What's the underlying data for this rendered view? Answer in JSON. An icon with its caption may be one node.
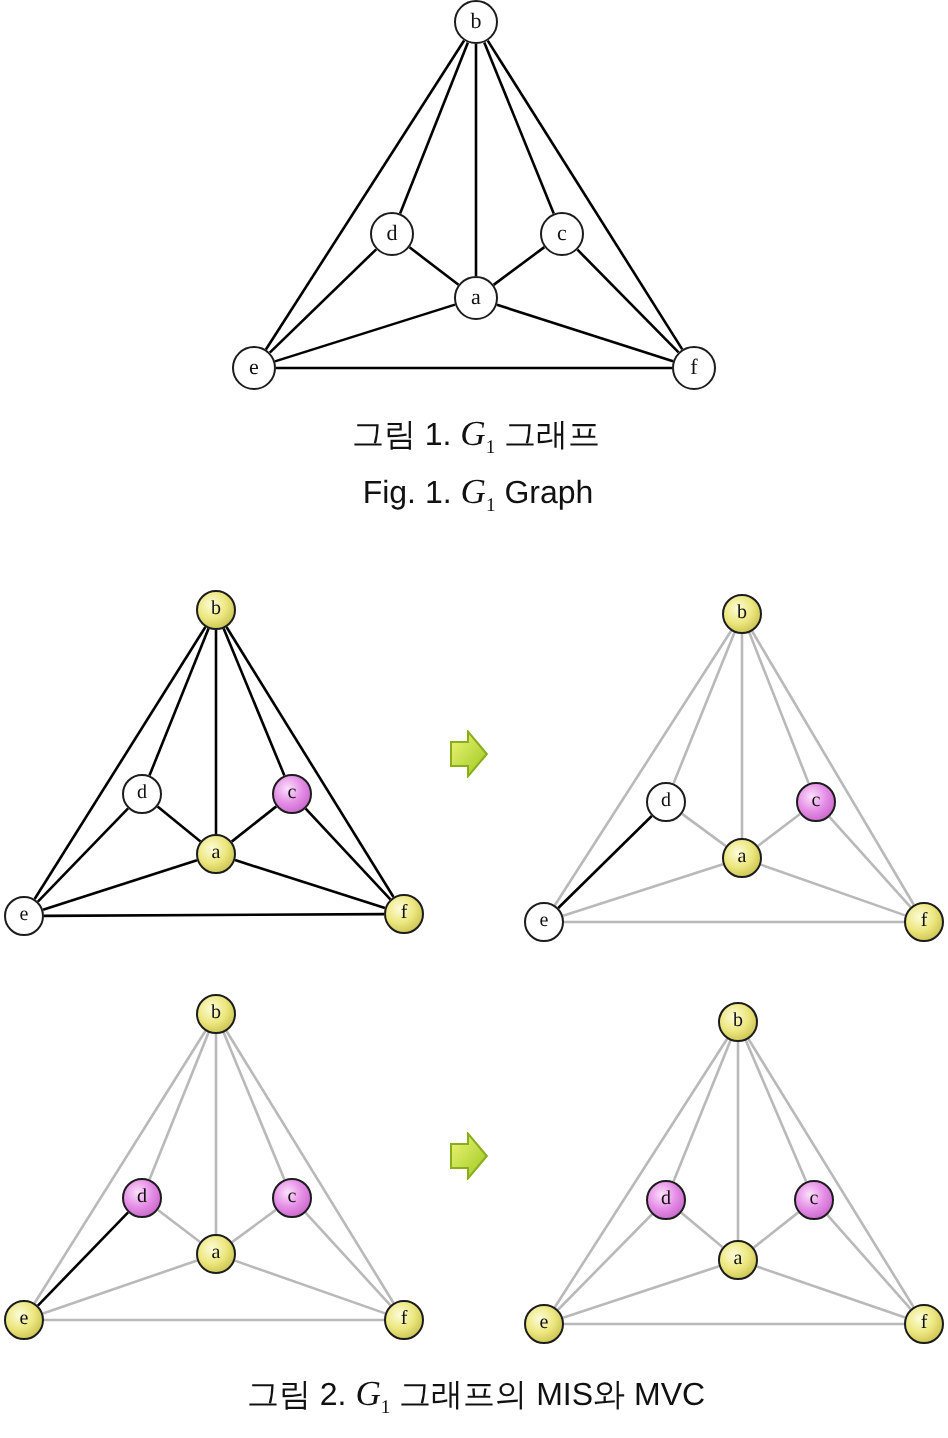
{
  "diagram": {
    "nodes": [
      {
        "text": [
          "b"
        ]
      },
      {
        "text": [
          "d"
        ]
      },
      {
        "text": [
          "c"
        ]
      },
      {
        "text": [
          "a"
        ]
      },
      {
        "text": [
          "e"
        ]
      },
      {
        "text": [
          "f"
        ]
      },
      {
        "text": [
          "b"
        ]
      },
      {
        "text": [
          "d"
        ]
      },
      {
        "text": [
          "c"
        ]
      },
      {
        "text": [
          "a"
        ]
      },
      {
        "text": [
          "e"
        ]
      },
      {
        "text": [
          "f"
        ]
      },
      {
        "text": [
          "b"
        ]
      },
      {
        "text": [
          "d"
        ]
      },
      {
        "text": [
          "c"
        ]
      },
      {
        "text": [
          "a"
        ]
      },
      {
        "text": [
          "e"
        ]
      },
      {
        "text": [
          "f"
        ]
      },
      {
        "text": [
          "b"
        ]
      },
      {
        "text": [
          "d"
        ]
      },
      {
        "text": [
          "c"
        ]
      },
      {
        "text": [
          "a"
        ]
      },
      {
        "text": [
          "e"
        ]
      },
      {
        "text": [
          "f"
        ]
      },
      {
        "text": [
          "b"
        ]
      },
      {
        "text": [
          "d"
        ]
      },
      {
        "text": [
          "c"
        ]
      },
      {
        "text": [
          "a"
        ]
      },
      {
        "text": [
          "e"
        ]
      },
      {
        "text": [
          "f"
        ]
      }
    ],
    "edges": [
      {
        "from": 0,
        "to": 4,
        "arrow": "none",
        "color": "#000000"
      },
      {
        "from": 0,
        "to": 1,
        "arrow": "none",
        "color": "#000000"
      },
      {
        "from": 0,
        "to": 3,
        "arrow": "none",
        "color": "#000000"
      },
      {
        "from": 0,
        "to": 2,
        "arrow": "none",
        "color": "#000000"
      },
      {
        "from": 0,
        "to": 5,
        "arrow": "none",
        "color": "#000000"
      },
      {
        "from": 1,
        "to": 3,
        "arrow": "none",
        "color": "#000000"
      },
      {
        "from": 2,
        "to": 3,
        "arrow": "none",
        "color": "#000000"
      },
      {
        "from": 1,
        "to": 4,
        "arrow": "none",
        "color": "#000000"
      },
      {
        "from": 2,
        "to": 5,
        "arrow": "none",
        "color": "#000000"
      },
      {
        "from": 3,
        "to": 4,
        "arrow": "none",
        "color": "#000000"
      },
      {
        "from": 3,
        "to": 5,
        "arrow": "none",
        "color": "#000000"
      },
      {
        "from": 4,
        "to": 5,
        "arrow": "none",
        "color": "#000000"
      },
      {
        "from": 6,
        "to": 10,
        "arrow": "none",
        "color": "#000000"
      },
      {
        "from": 6,
        "to": 7,
        "arrow": "none",
        "color": "#000000"
      },
      {
        "from": 6,
        "to": 9,
        "arrow": "none",
        "color": "#000000"
      },
      {
        "from": 6,
        "to": 8,
        "arrow": "none",
        "color": "#000000"
      },
      {
        "from": 6,
        "to": 11,
        "arrow": "none",
        "color": "#000000"
      },
      {
        "from": 7,
        "to": 9,
        "arrow": "none",
        "color": "#000000"
      },
      {
        "from": 8,
        "to": 9,
        "arrow": "none",
        "color": "#000000"
      },
      {
        "from": 7,
        "to": 10,
        "arrow": "none",
        "color": "#000000"
      },
      {
        "from": 8,
        "to": 11,
        "arrow": "none",
        "color": "#000000"
      },
      {
        "from": 9,
        "to": 10,
        "arrow": "none",
        "color": "#000000"
      },
      {
        "from": 9,
        "to": 11,
        "arrow": "none",
        "color": "#000000"
      },
      {
        "from": 10,
        "to": 11,
        "arrow": "none",
        "color": "#000000"
      },
      {
        "from": 12,
        "to": 16,
        "arrow": "none"
      },
      {
        "from": 12,
        "to": 13,
        "arrow": "none"
      },
      {
        "from": 12,
        "to": 15,
        "arrow": "none"
      },
      {
        "from": 12,
        "to": 14,
        "arrow": "none"
      },
      {
        "from": 12,
        "to": 17,
        "arrow": "none"
      },
      {
        "from": 13,
        "to": 15,
        "arrow": "none"
      },
      {
        "from": 14,
        "to": 15,
        "arrow": "none"
      },
      {
        "from": 13,
        "to": 16,
        "arrow": "none",
        "color": "#000000"
      },
      {
        "from": 14,
        "to": 17,
        "arrow": "none"
      },
      {
        "from": 15,
        "to": 16,
        "arrow": "none"
      },
      {
        "from": 15,
        "to": 17,
        "arrow": "none"
      },
      {
        "from": 16,
        "to": 17,
        "arrow": "none"
      },
      {
        "from": 18,
        "to": 22,
        "arrow": "none"
      },
      {
        "from": 18,
        "to": 19,
        "arrow": "none"
      },
      {
        "from": 18,
        "to": 21,
        "arrow": "none"
      },
      {
        "from": 18,
        "to": 20,
        "arrow": "none"
      },
      {
        "from": 18,
        "to": 23,
        "arrow": "none"
      },
      {
        "from": 19,
        "to": 21,
        "arrow": "none"
      },
      {
        "from": 20,
        "to": 21,
        "arrow": "none"
      },
      {
        "from": 19,
        "to": 22,
        "arrow": "none",
        "color": "#000000"
      },
      {
        "from": 20,
        "to": 23,
        "arrow": "none"
      },
      {
        "from": 21,
        "to": 22,
        "arrow": "none"
      },
      {
        "from": 21,
        "to": 23,
        "arrow": "none"
      },
      {
        "from": 22,
        "to": 23,
        "arrow": "none"
      },
      {
        "from": 24,
        "to": 28,
        "arrow": "none"
      },
      {
        "from": 24,
        "to": 25,
        "arrow": "none"
      },
      {
        "from": 24,
        "to": 27,
        "arrow": "none"
      },
      {
        "from": 24,
        "to": 26,
        "arrow": "none"
      },
      {
        "from": 24,
        "to": 29,
        "arrow": "none"
      },
      {
        "from": 25,
        "to": 27,
        "arrow": "none"
      },
      {
        "from": 26,
        "to": 27,
        "arrow": "none"
      },
      {
        "from": 25,
        "to": 28,
        "arrow": "none"
      },
      {
        "from": 26,
        "to": 29,
        "arrow": "none"
      },
      {
        "from": 27,
        "to": 28,
        "arrow": "none"
      },
      {
        "from": 27,
        "to": 29,
        "arrow": "none"
      },
      {
        "from": 28,
        "to": 29,
        "arrow": "none"
      }
    ],
    "labels": [
      "그림 1. *G*$_{1}$ 그래프",
      "Fig. 1. *G*$_{1}$ Graph",
      "그림 2. *G*$_{1}$ 그래프의 MIS와 MVC"
    ]
  }
}
